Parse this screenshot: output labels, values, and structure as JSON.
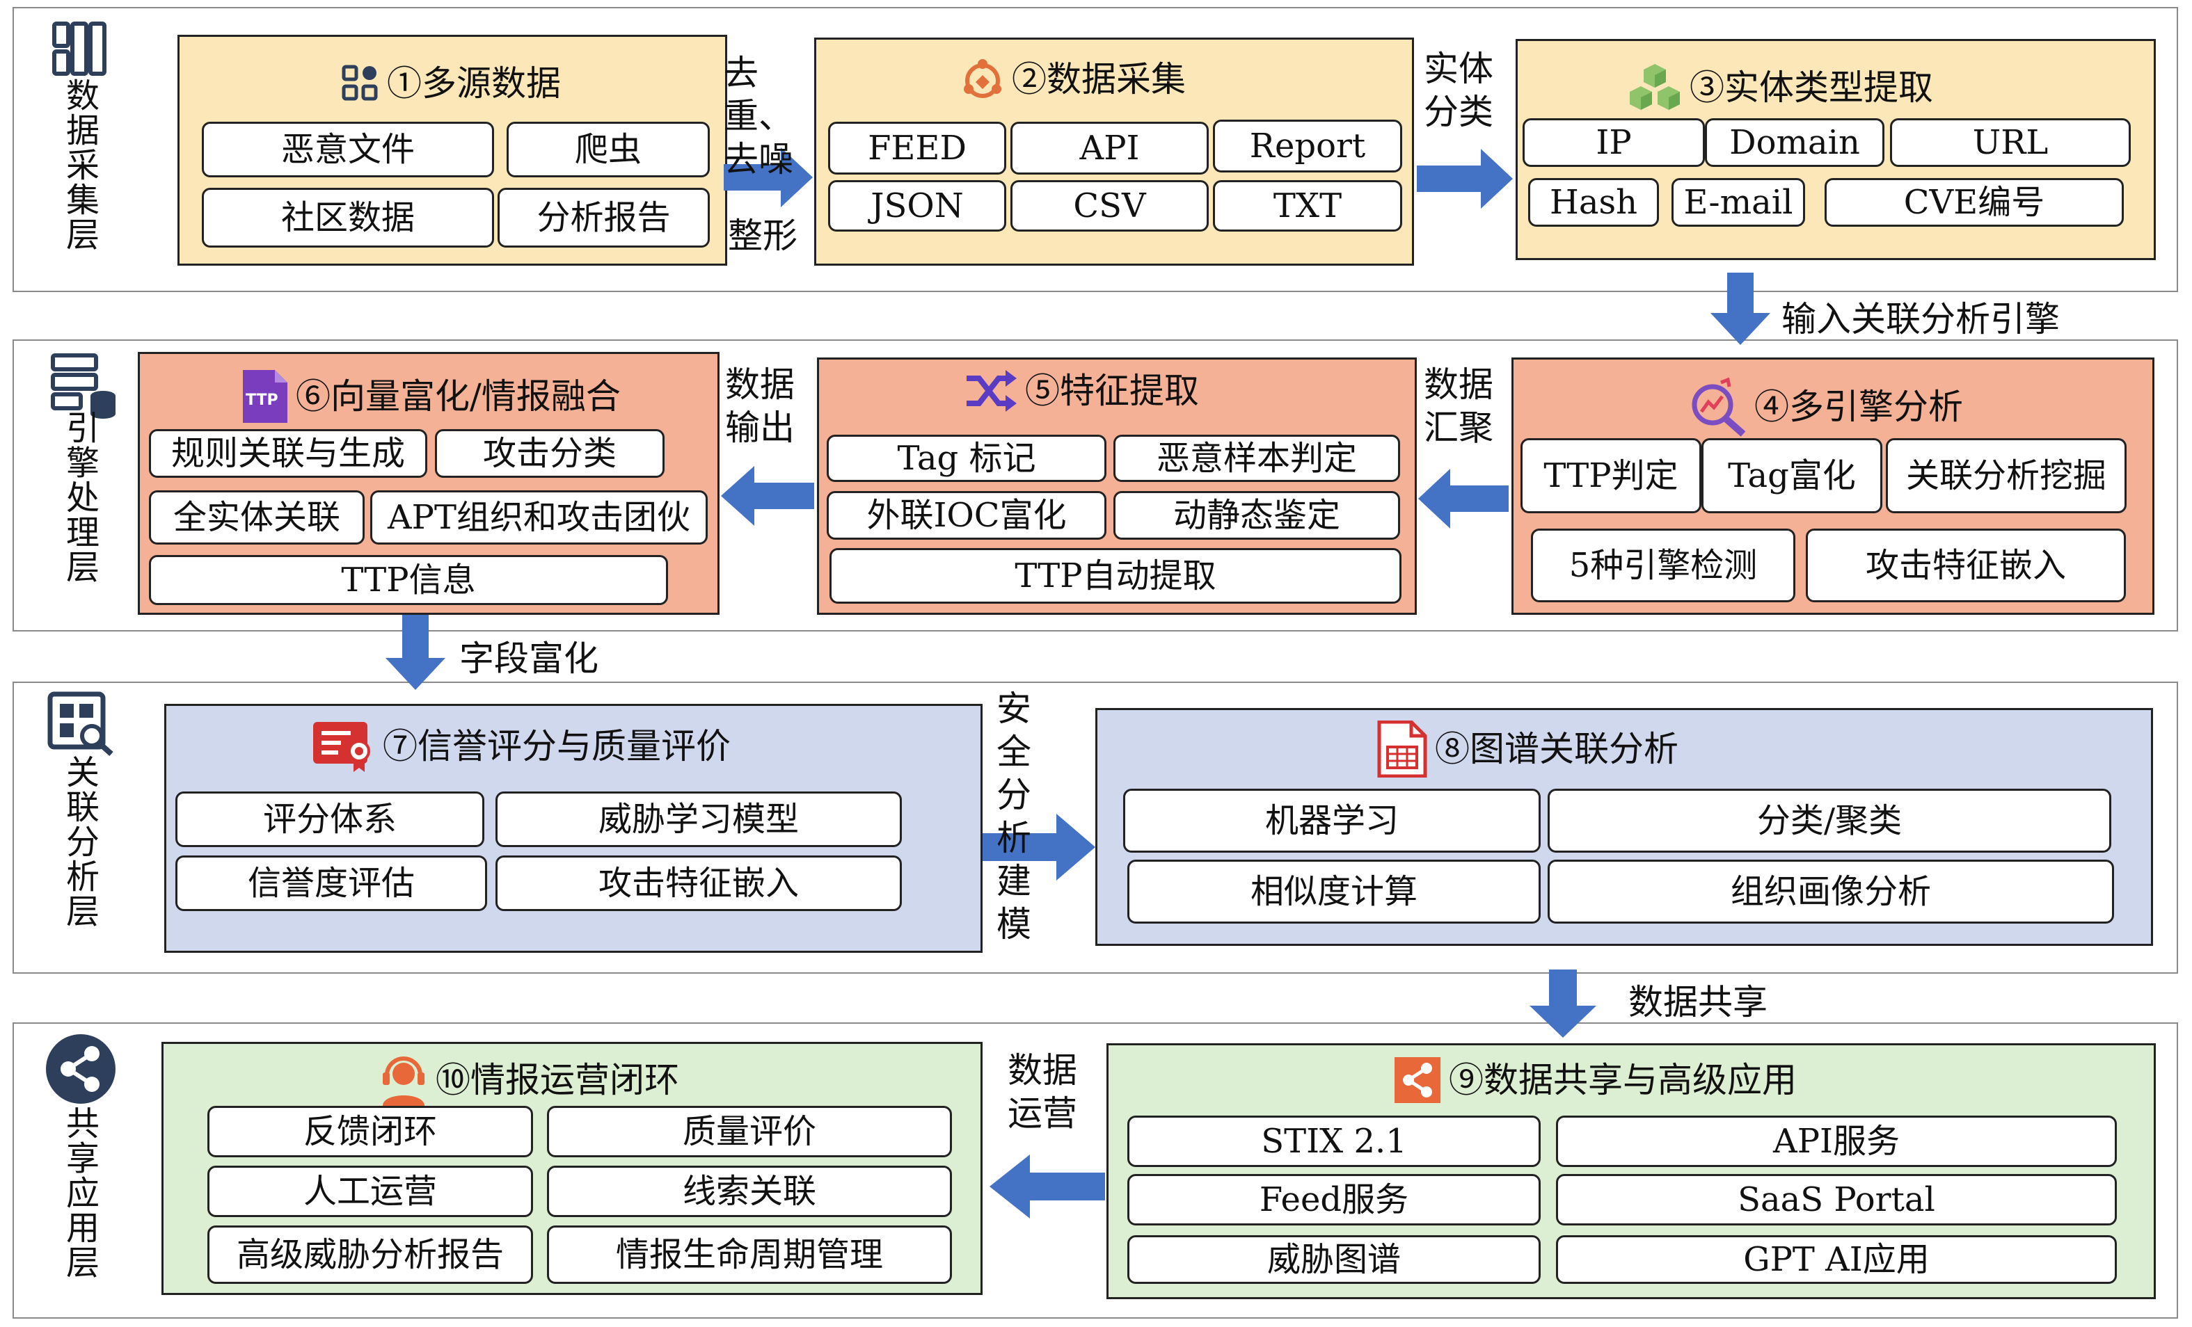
{
  "layers": {
    "l1": "数据采集层",
    "l2": "引擎处理层",
    "l3": "关联分析层",
    "l4": "共享应用层"
  },
  "panels": {
    "p1": {
      "title": "①多源数据",
      "items": [
        "恶意文件",
        "爬虫",
        "社区数据",
        "分析报告"
      ]
    },
    "p2": {
      "title": "②数据采集",
      "items": [
        "FEED",
        "API",
        "Report",
        "JSON",
        "CSV",
        "TXT"
      ]
    },
    "p3": {
      "title": "③实体类型提取",
      "items": [
        "IP",
        "Domain",
        "URL",
        "Hash",
        "E-mail",
        "CVE编号"
      ]
    },
    "p4": {
      "title": "④多引擎分析",
      "items": [
        "TTP判定",
        "Tag富化",
        "关联分析挖掘",
        "5种引擎检测",
        "攻击特征嵌入"
      ]
    },
    "p5": {
      "title": "⑤特征提取",
      "items": [
        "Tag 标记",
        "恶意样本判定",
        "外联IOC富化",
        "动静态鉴定",
        "TTP自动提取"
      ]
    },
    "p6": {
      "title": "⑥向量富化/情报融合",
      "items": [
        "规则关联与生成",
        "攻击分类",
        "全实体关联",
        "APT组织和攻击团伙",
        "TTP信息"
      ],
      "icon_text": "TTP"
    },
    "p7": {
      "title": "⑦信誉评分与质量评价",
      "items": [
        "评分体系",
        "威胁学习模型",
        "信誉度评估",
        "攻击特征嵌入"
      ]
    },
    "p8": {
      "title": "⑧图谱关联分析",
      "items": [
        "机器学习",
        "分类/聚类",
        "相似度计算",
        "组织画像分析"
      ]
    },
    "p9": {
      "title": "⑨数据共享与高级应用",
      "items": [
        "STIX 2.1",
        "API服务",
        "Feed服务",
        "SaaS Portal",
        "威胁图谱",
        "GPT AI应用"
      ]
    },
    "p10": {
      "title": "⑩情报运营闭环",
      "items": [
        "反馈闭环",
        "质量评价",
        "人工运营",
        "线索关联",
        "高级威胁分析报告",
        "情报生命周期管理"
      ]
    }
  },
  "arrows": {
    "a12_top": "去重、去噪",
    "a12_bottom": "整形",
    "a23": "实体分类",
    "a34": "输入关联分析引擎",
    "a45": "数据汇聚",
    "a56": "数据输出",
    "a67": "字段富化",
    "a78": "安全分析建模",
    "a89": "数据共享",
    "a910": "数据运营"
  },
  "colors": {
    "yellow_panel": "#fbe7b8",
    "salmon_panel": "#f4b196",
    "blue_panel": "#cfd8ec",
    "green_panel": "#dcefd2",
    "arrow": "#4472c4",
    "icon_navy": "#2e3f5c"
  }
}
